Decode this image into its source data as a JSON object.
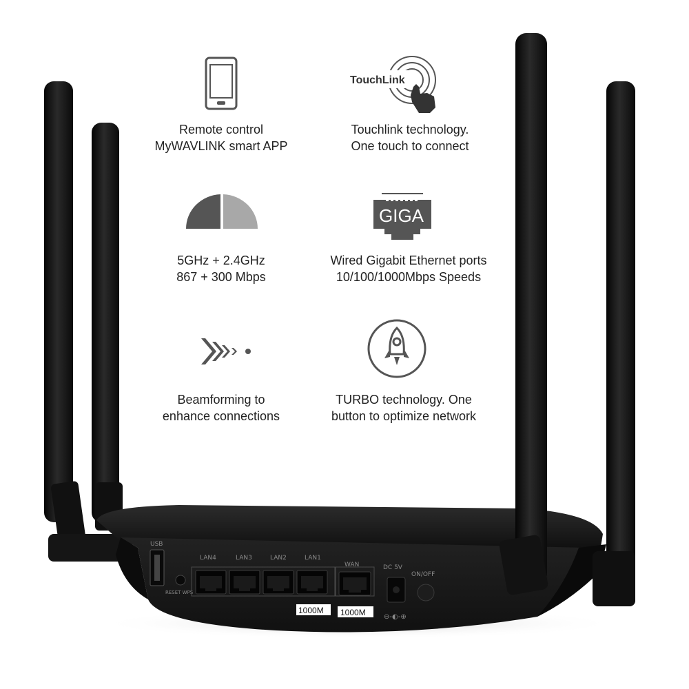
{
  "features": [
    {
      "id": "remote",
      "line1": "Remote control",
      "line2": "MyWAVLINK smart APP",
      "icon": "smartphone-icon"
    },
    {
      "id": "touchlink",
      "line1": "Touchlink technology.",
      "line2": "One touch to connect",
      "icon": "touchlink-icon",
      "icon_text": "TouchLink"
    },
    {
      "id": "dualband",
      "line1": "5GHz + 2.4GHz",
      "line2": "867 + 300 Mbps",
      "icon": "dual-band-icon"
    },
    {
      "id": "gigabit",
      "line1": "Wired Gigabit Ethernet ports",
      "line2": "10/100/1000Mbps Speeds",
      "icon": "ethernet-port-icon",
      "icon_text": "GIGA"
    },
    {
      "id": "beamforming",
      "line1": "Beamforming to",
      "line2": "enhance connections",
      "icon": "beamforming-icon"
    },
    {
      "id": "turbo",
      "line1": "TURBO technology. One",
      "line2": "button to optimize network",
      "icon": "rocket-icon"
    }
  ],
  "router": {
    "usb_label": "USB",
    "reset_label": "RESET WPS",
    "ports": [
      "LAN4",
      "LAN3",
      "LAN2",
      "LAN1",
      "WAN"
    ],
    "lan_speed": "1000M",
    "wan_speed": "1000M",
    "power_label": "DC 5V",
    "switch_label": "ON/OFF"
  },
  "colors": {
    "text": "#222222",
    "icon_dark": "#555555",
    "icon_light": "#a8a8a8",
    "router_body": "#161616"
  }
}
